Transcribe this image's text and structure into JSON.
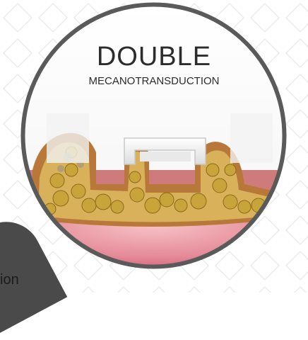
{
  "badge": {
    "title": "DOUBLE",
    "subtitle": "MECANOTRANSDUCTION"
  },
  "corner": {
    "text": "ion"
  },
  "colors": {
    "ring": "#5a5a5a",
    "tissue_pink": "#e8a0a8",
    "fat_yellow": "#c9a43a",
    "background": "#ffffff"
  }
}
